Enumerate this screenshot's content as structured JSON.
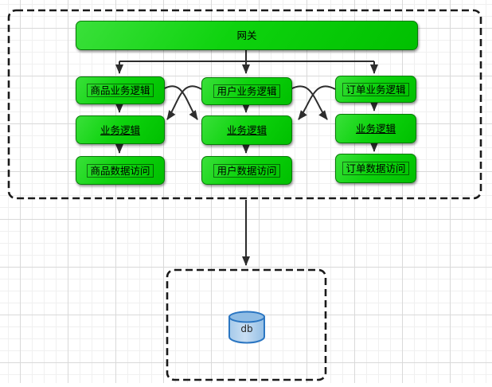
{
  "diagram": {
    "gateway": {
      "label": "网关"
    },
    "columns": [
      {
        "id": "product",
        "business_logic_label": "商品业务逻辑",
        "logic_label": "业务逻辑",
        "data_access_label": "商品数据访问"
      },
      {
        "id": "user",
        "business_logic_label": "用户业务逻辑",
        "logic_label": "业务逻辑",
        "data_access_label": "用户数据访问"
      },
      {
        "id": "order",
        "business_logic_label": "订单业务逻辑",
        "logic_label": "业务逻辑",
        "data_access_label": "订单数据访问"
      }
    ],
    "database": {
      "label": "db",
      "icon": "database-cylinder-icon"
    },
    "colors": {
      "node_fill_top": "#3ae03a",
      "node_fill_bottom": "#00c000",
      "node_border": "#067a06",
      "connector": "#2d2d2d",
      "container_border": "#1a1a1a",
      "db_fill_light": "#bcd8f0",
      "db_fill_dark": "#8fbce4",
      "db_stroke": "#2b76c2",
      "grid_minor": "#f0f0f0",
      "grid_major": "#d9d9d9"
    }
  }
}
